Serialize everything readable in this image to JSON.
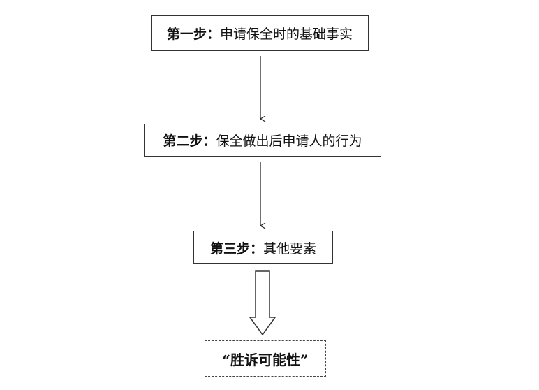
{
  "steps": [
    {
      "label": "第一步：",
      "text": "申请保全时的基础事实"
    },
    {
      "label": "第二步：",
      "text": "保全做出后申请人的行为"
    },
    {
      "label": "第三步：",
      "text": "其他要素"
    }
  ],
  "outcome": {
    "text": "“胜诉可能性”"
  },
  "colors": {
    "border": "#333333",
    "text": "#111111",
    "background": "#ffffff"
  }
}
